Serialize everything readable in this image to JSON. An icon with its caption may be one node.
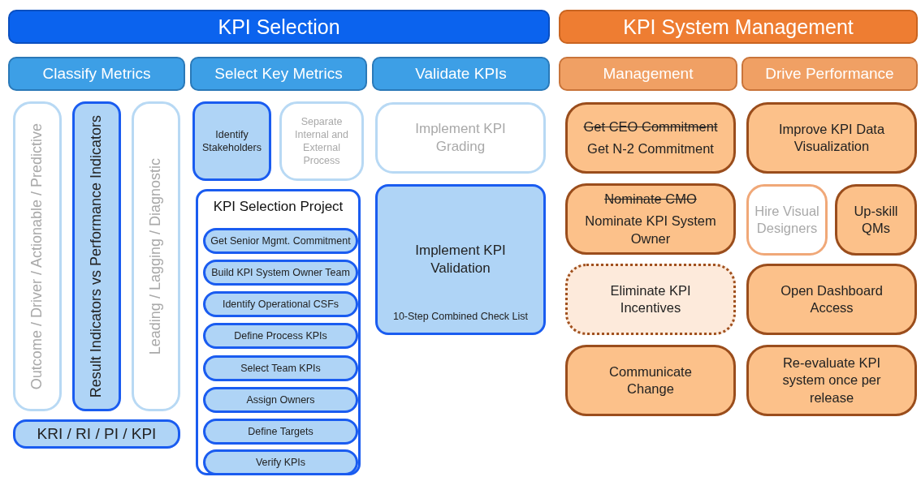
{
  "diagram": {
    "nodes": [
      {
        "text": [
          "KPI Selection"
        ]
      },
      {
        "text": [
          "KPI System Management"
        ]
      },
      {
        "text": [
          "Classify Metrics"
        ]
      },
      {
        "text": [
          "Select Key Metrics"
        ]
      },
      {
        "text": [
          "Validate KPIs"
        ]
      },
      {
        "text": [
          "Management"
        ]
      },
      {
        "text": [
          "Drive Performance"
        ]
      },
      {
        "text": [
          "Outcome / Driver / Actionable / Predictive"
        ]
      },
      {
        "text": [
          "Result Indicators vs Performance Indicators"
        ]
      },
      {
        "text": [
          "Leading / Lagging / Diagnostic"
        ]
      },
      {
        "text": [
          "KRI / RI / PI / KPI"
        ]
      },
      {
        "text": [
          "Identify Stakeholders"
        ]
      },
      {
        "text": [
          "Separate Internal and External Process"
        ]
      },
      {
        "text": [
          "KPI Selection Project"
        ]
      },
      {
        "text": [
          "Get Senior Mgmt. Commitment"
        ],
        "in": 13
      },
      {
        "text": [
          "Build KPI System Owner Team"
        ],
        "in": 13
      },
      {
        "text": [
          "Identify Operational CSFs"
        ],
        "in": 13
      },
      {
        "text": [
          "Define Process KPIs"
        ],
        "in": 13
      },
      {
        "text": [
          "Select Team KPIs"
        ],
        "in": 13
      },
      {
        "text": [
          "Assign Owners"
        ],
        "in": 13
      },
      {
        "text": [
          "Define Targets"
        ],
        "in": 13
      },
      {
        "text": [
          "Verify KPIs"
        ],
        "in": 13
      },
      {
        "text": [
          "Implement KPI Grading"
        ]
      },
      {
        "text": [
          "Implement KPI Validation",
          "10-Step Combined Check List"
        ]
      },
      {
        "text": [
          "Get CEO Commitment",
          "Get N-2 Commitment"
        ]
      },
      {
        "text": [
          "Improve KPI Data Visualization"
        ]
      },
      {
        "text": [
          "Nominate CMO",
          "Nominate KPI System Owner"
        ]
      },
      {
        "text": [
          "Hire Visual Designers"
        ]
      },
      {
        "text": [
          "Up-skill QMs"
        ]
      },
      {
        "text": [
          "Eliminate KPI Incentives"
        ]
      },
      {
        "text": [
          "Open Dashboard Access"
        ]
      },
      {
        "text": [
          "Communicate Change"
        ]
      },
      {
        "text": [
          "Re-evaluate KPI system once per release"
        ]
      }
    ]
  }
}
